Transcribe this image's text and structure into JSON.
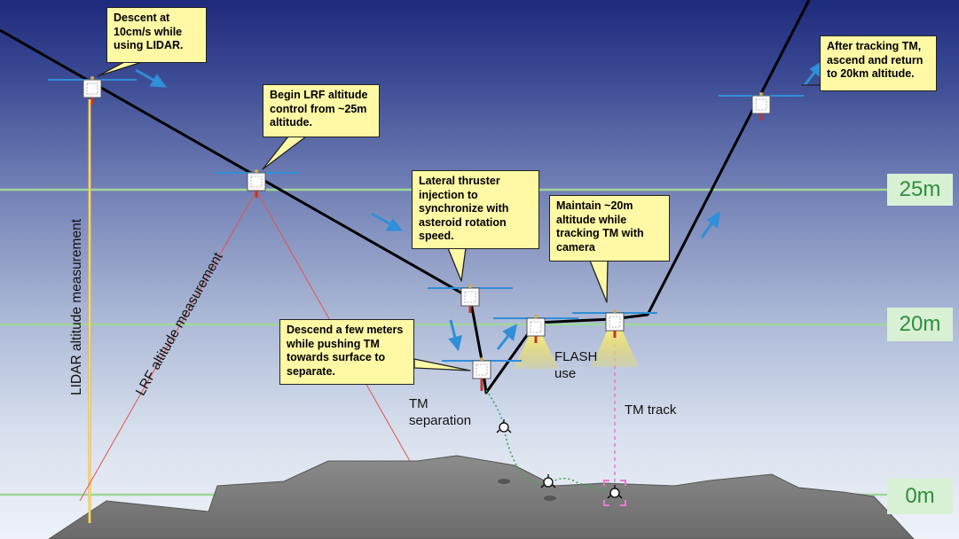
{
  "altitude_labels": [
    "25m",
    "20m",
    "0m"
  ],
  "callouts": {
    "descent": "Descent at\n10cm/s while\nusing LIDAR.",
    "lrf_control": "Begin LRF altitude\ncontrol from ~25m\naltitude.",
    "lateral": "Lateral thruster\ninjection to\nsynchronize with\nasteroid rotation\nspeed.",
    "maintain": "Maintain ~20m\naltitude while\ntracking TM with\ncamera",
    "descend_push": "Descend a few meters\nwhile pushing TM\ntowards surface to\nseparate.",
    "ascend": "After tracking TM,\nascend and return\nto 20km altitude."
  },
  "labels": {
    "lidar": "LIDAR altitude measurement",
    "lrf": "LRF altitude measurement",
    "tm_separation": "TM\nseparation",
    "flash": "FLASH\nuse",
    "tm_track": "TM track"
  },
  "colors": {
    "sky_top": "#1d2a7c",
    "sky_bottom": "#eef2f8",
    "altitude_line": "#9fd69a",
    "altitude_text": "#2f8f3a",
    "altitude_bg": "#d8f1d5",
    "callout_bg": "#fff9a6",
    "trajectory": "#000000",
    "arrow": "#2f8fd8",
    "lidar_beam": "#f2b530",
    "lrf_beam": "#e0554a",
    "tm_path": "#3aa655",
    "tm_track": "#e67ad0",
    "ground": "#8a8a8a"
  }
}
